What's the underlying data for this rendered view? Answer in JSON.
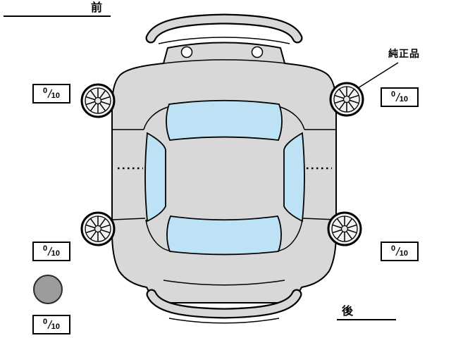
{
  "diagram": {
    "front_label": "前",
    "rear_label": "後",
    "genuine_label": "純正品"
  },
  "score_separator": "/",
  "tires": {
    "front_left": {
      "value": "0",
      "max": "10"
    },
    "front_right": {
      "value": "0",
      "max": "10"
    },
    "rear_left": {
      "value": "0",
      "max": "10"
    },
    "rear_right": {
      "value": "0",
      "max": "10"
    },
    "spare": {
      "value": "0",
      "max": "10"
    }
  },
  "colors": {
    "car_body": "#d8d8d8",
    "glass": "#bde2f6",
    "spare_tire": "#9c9c9c",
    "outline": "#000000",
    "background": "#ffffff"
  }
}
